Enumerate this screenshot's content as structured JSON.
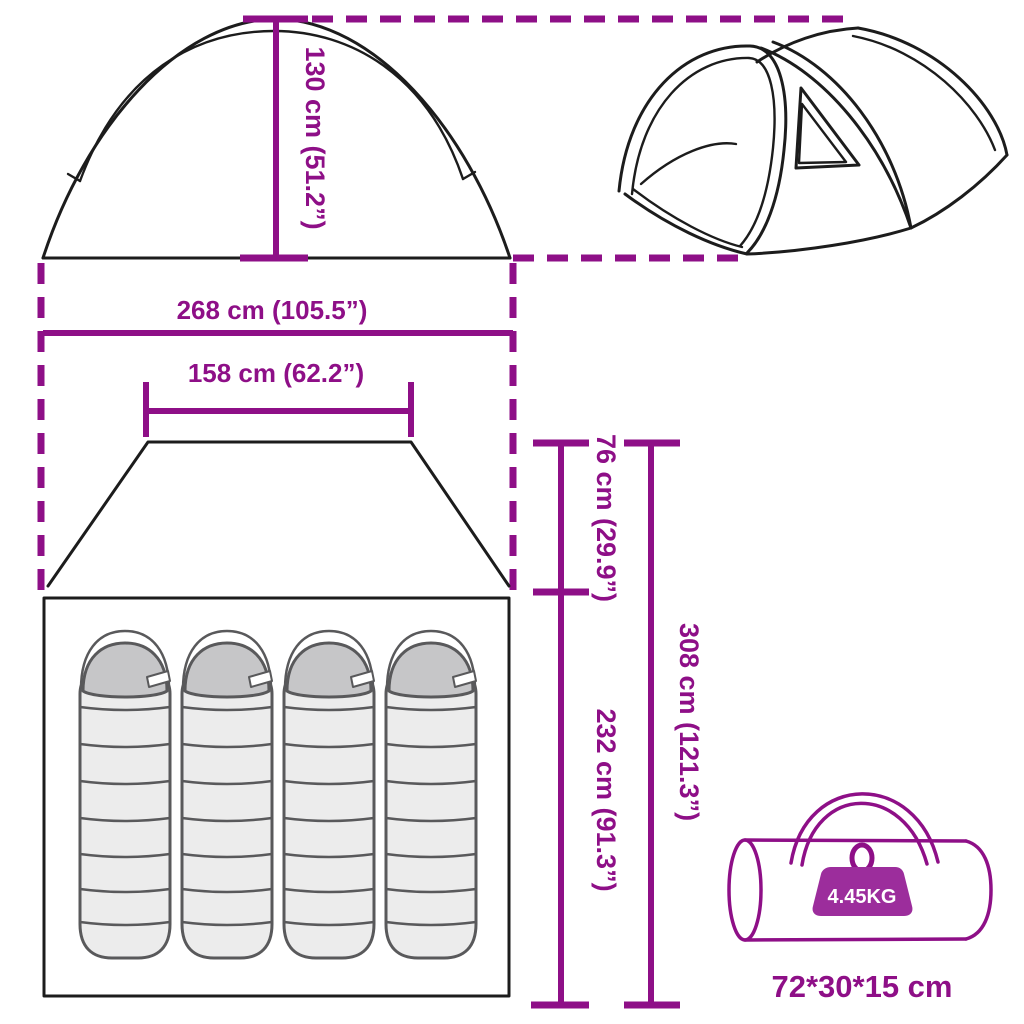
{
  "colors": {
    "accent": "#8E0F87",
    "badge": "#9C2D9C",
    "ink": "#1c1c1c",
    "bag-body": "#ececec",
    "bag-head": "#c6c6c8"
  },
  "front_view": {
    "height": "130 cm (51.2”)",
    "width": "268 cm (105.5”)"
  },
  "top_view": {
    "inner_width": "158 cm (62.2”)",
    "vestibule_depth": "76 cm (29.9”)",
    "inner_depth": "232 cm (91.3”)",
    "total_depth": "308 cm (121.3”)",
    "sleeping_bag_count": 4
  },
  "package": {
    "weight": "4.45KG",
    "size": "72*30*15 cm"
  }
}
